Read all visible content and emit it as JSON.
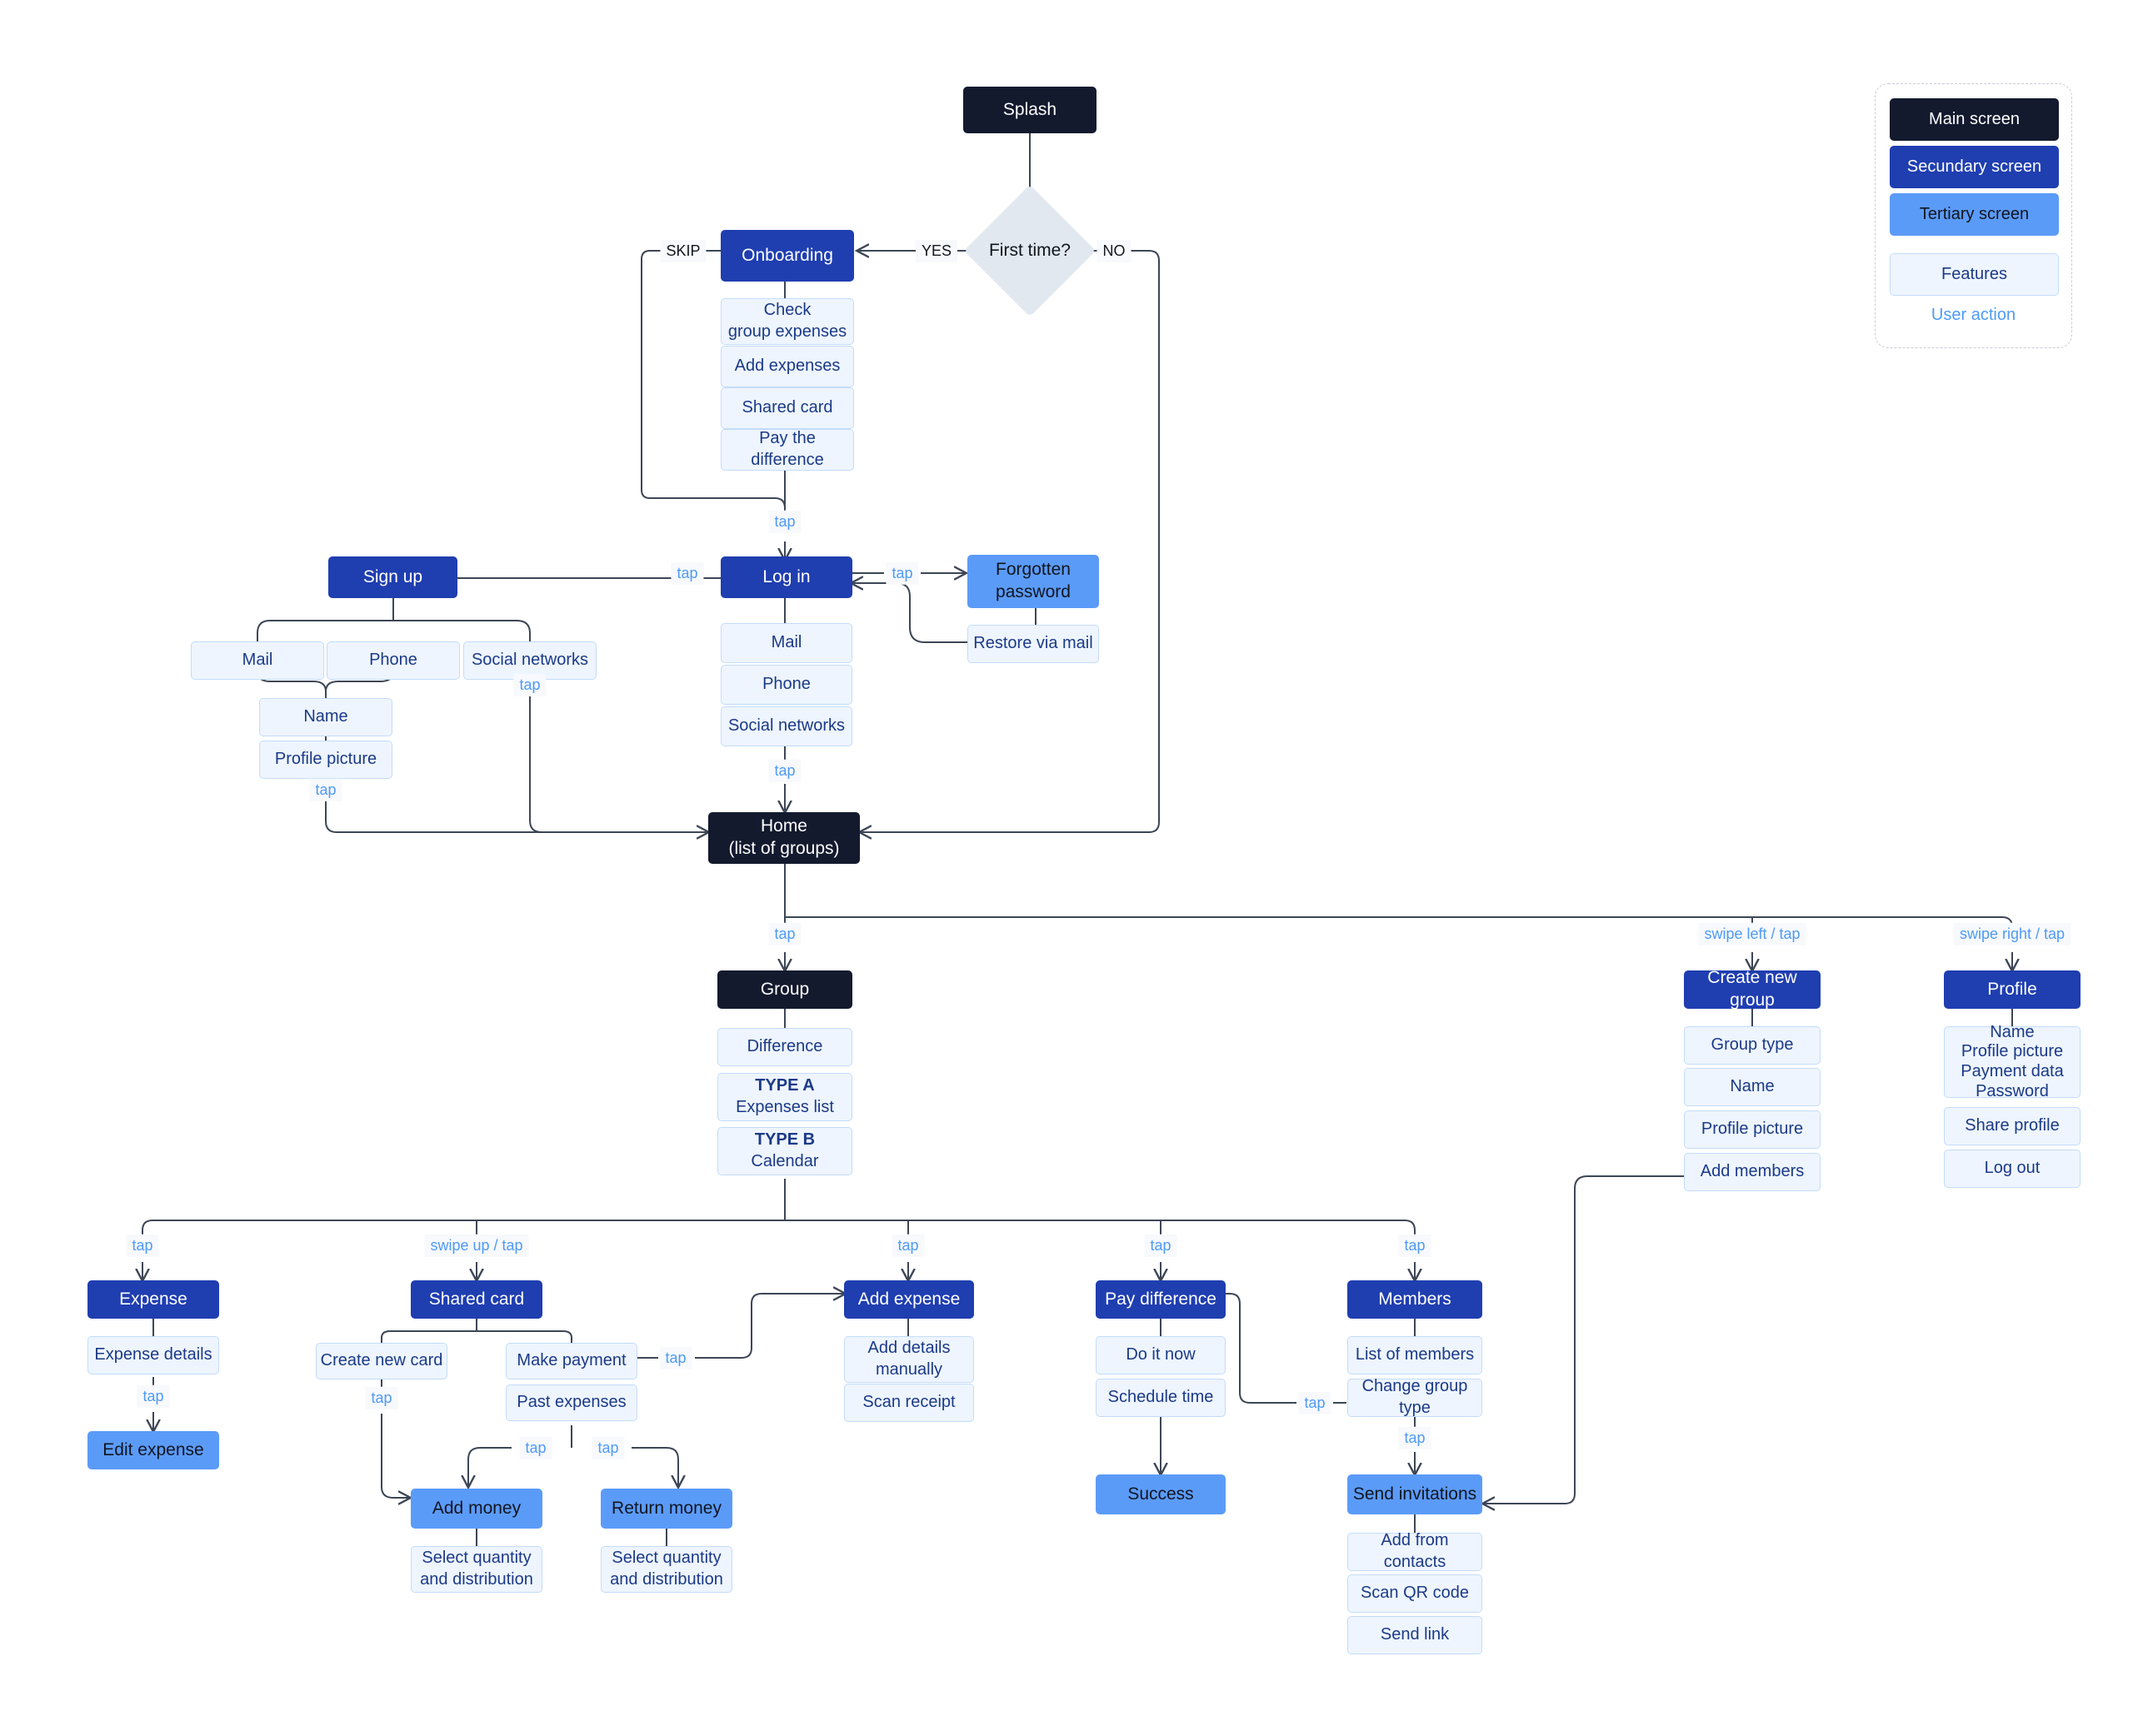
{
  "legend": {
    "items": [
      {
        "label": "Main screen",
        "style": "main",
        "color": "#131a2e"
      },
      {
        "label": "Secundary screen",
        "style": "secondary",
        "color": "#1f3eb0"
      },
      {
        "label": "Tertiary screen",
        "style": "tertiary",
        "color": "#5b9bf8"
      },
      {
        "label": "Features",
        "style": "feature",
        "color": "#eef5fe"
      }
    ],
    "user_action_label": "User action",
    "user_action_color": "#4f9af5"
  },
  "nodes": {
    "splash": "Splash",
    "first_time": "First time?",
    "onboarding": "Onboarding",
    "onb_check": "Check\ngroup expenses",
    "onb_add": "Add expenses",
    "onb_card": "Shared card",
    "onb_pay": "Pay the difference",
    "signup": "Sign up",
    "signup_mail": "Mail",
    "signup_phone": "Phone",
    "signup_social": "Social networks",
    "signup_name": "Name",
    "signup_pic": "Profile picture",
    "login": "Log in",
    "login_mail": "Mail",
    "login_phone": "Phone",
    "login_social": "Social networks",
    "forgot": "Forgotten\npassword",
    "restore": "Restore via mail",
    "home": "Home\n(list of groups)",
    "group": "Group",
    "grp_difference": "Difference",
    "grp_type_a_title": "TYPE A",
    "grp_type_a_sub": "Expenses list",
    "grp_type_b_title": "TYPE B",
    "grp_type_b_sub": "Calendar",
    "create_group": "Create new group",
    "cg_type": "Group type",
    "cg_name": "Name",
    "cg_pic": "Profile picture",
    "cg_members": "Add members",
    "profile": "Profile",
    "profile_fields": "Name\nProfile picture\nPayment data\nPassword",
    "profile_share": "Share profile",
    "profile_logout": "Log out",
    "expense": "Expense",
    "expense_details": "Expense details",
    "edit_expense": "Edit expense",
    "shared_card": "Shared card",
    "create_card": "Create new card",
    "make_payment": "Make payment",
    "past_expenses": "Past expenses",
    "add_money": "Add money",
    "return_money": "Return money",
    "add_money_select": "Select quantity\nand distribution",
    "return_money_select": "Select quantity\nand distribution",
    "add_expense": "Add expense",
    "add_details": "Add details\nmanually",
    "scan_receipt": "Scan receipt",
    "pay_difference": "Pay difference",
    "do_it_now": "Do it now",
    "schedule_time": "Schedule time",
    "success": "Success",
    "members": "Members",
    "list_members": "List of members",
    "change_type": "Change group type",
    "send_invitations": "Send invitations",
    "add_contacts": "Add from contacts",
    "scan_qr": "Scan QR code",
    "send_link": "Send link"
  },
  "edge_labels": {
    "skip": "SKIP",
    "yes": "YES",
    "no": "NO",
    "tap": "tap",
    "swipe_up_tap": "swipe up / tap",
    "swipe_left_tap": "swipe left / tap",
    "swipe_right_tap": "swipe right / tap"
  }
}
